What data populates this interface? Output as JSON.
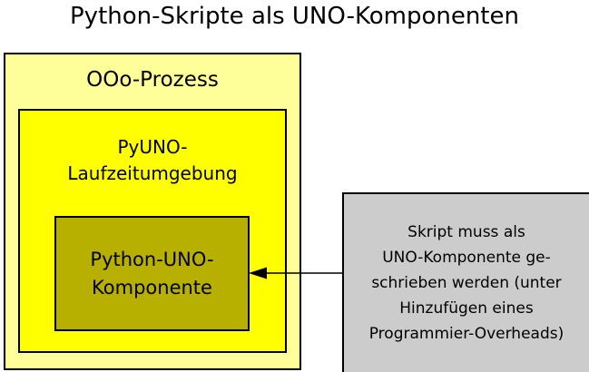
{
  "title": "Python-Skripte als UNO-Komponenten",
  "colors": {
    "canvas_background": "#ffffff",
    "outer_box_fill": "#ffff99",
    "runtime_box_fill": "#ffff00",
    "component_box_fill": "#b8b000",
    "note_box_fill": "#cccccc",
    "stroke": "#000000",
    "text": "#000000"
  },
  "boxes": {
    "ooo_process": {
      "label": "OOo-Prozess"
    },
    "pyuno_runtime": {
      "lines": [
        "PyUNO-",
        "Laufzeitumgebung"
      ]
    },
    "python_uno_component": {
      "lines": [
        "Python-UNO-",
        "Komponente"
      ]
    },
    "note": {
      "lines": [
        "Skript muss als",
        "UNO-Komponente ge-",
        "schrieben werden (unter",
        "Hinzufügen eines",
        "Programmier-Overheads)"
      ]
    }
  },
  "arrow": {
    "direction": "left",
    "from": "note",
    "to": "python_uno_component"
  }
}
